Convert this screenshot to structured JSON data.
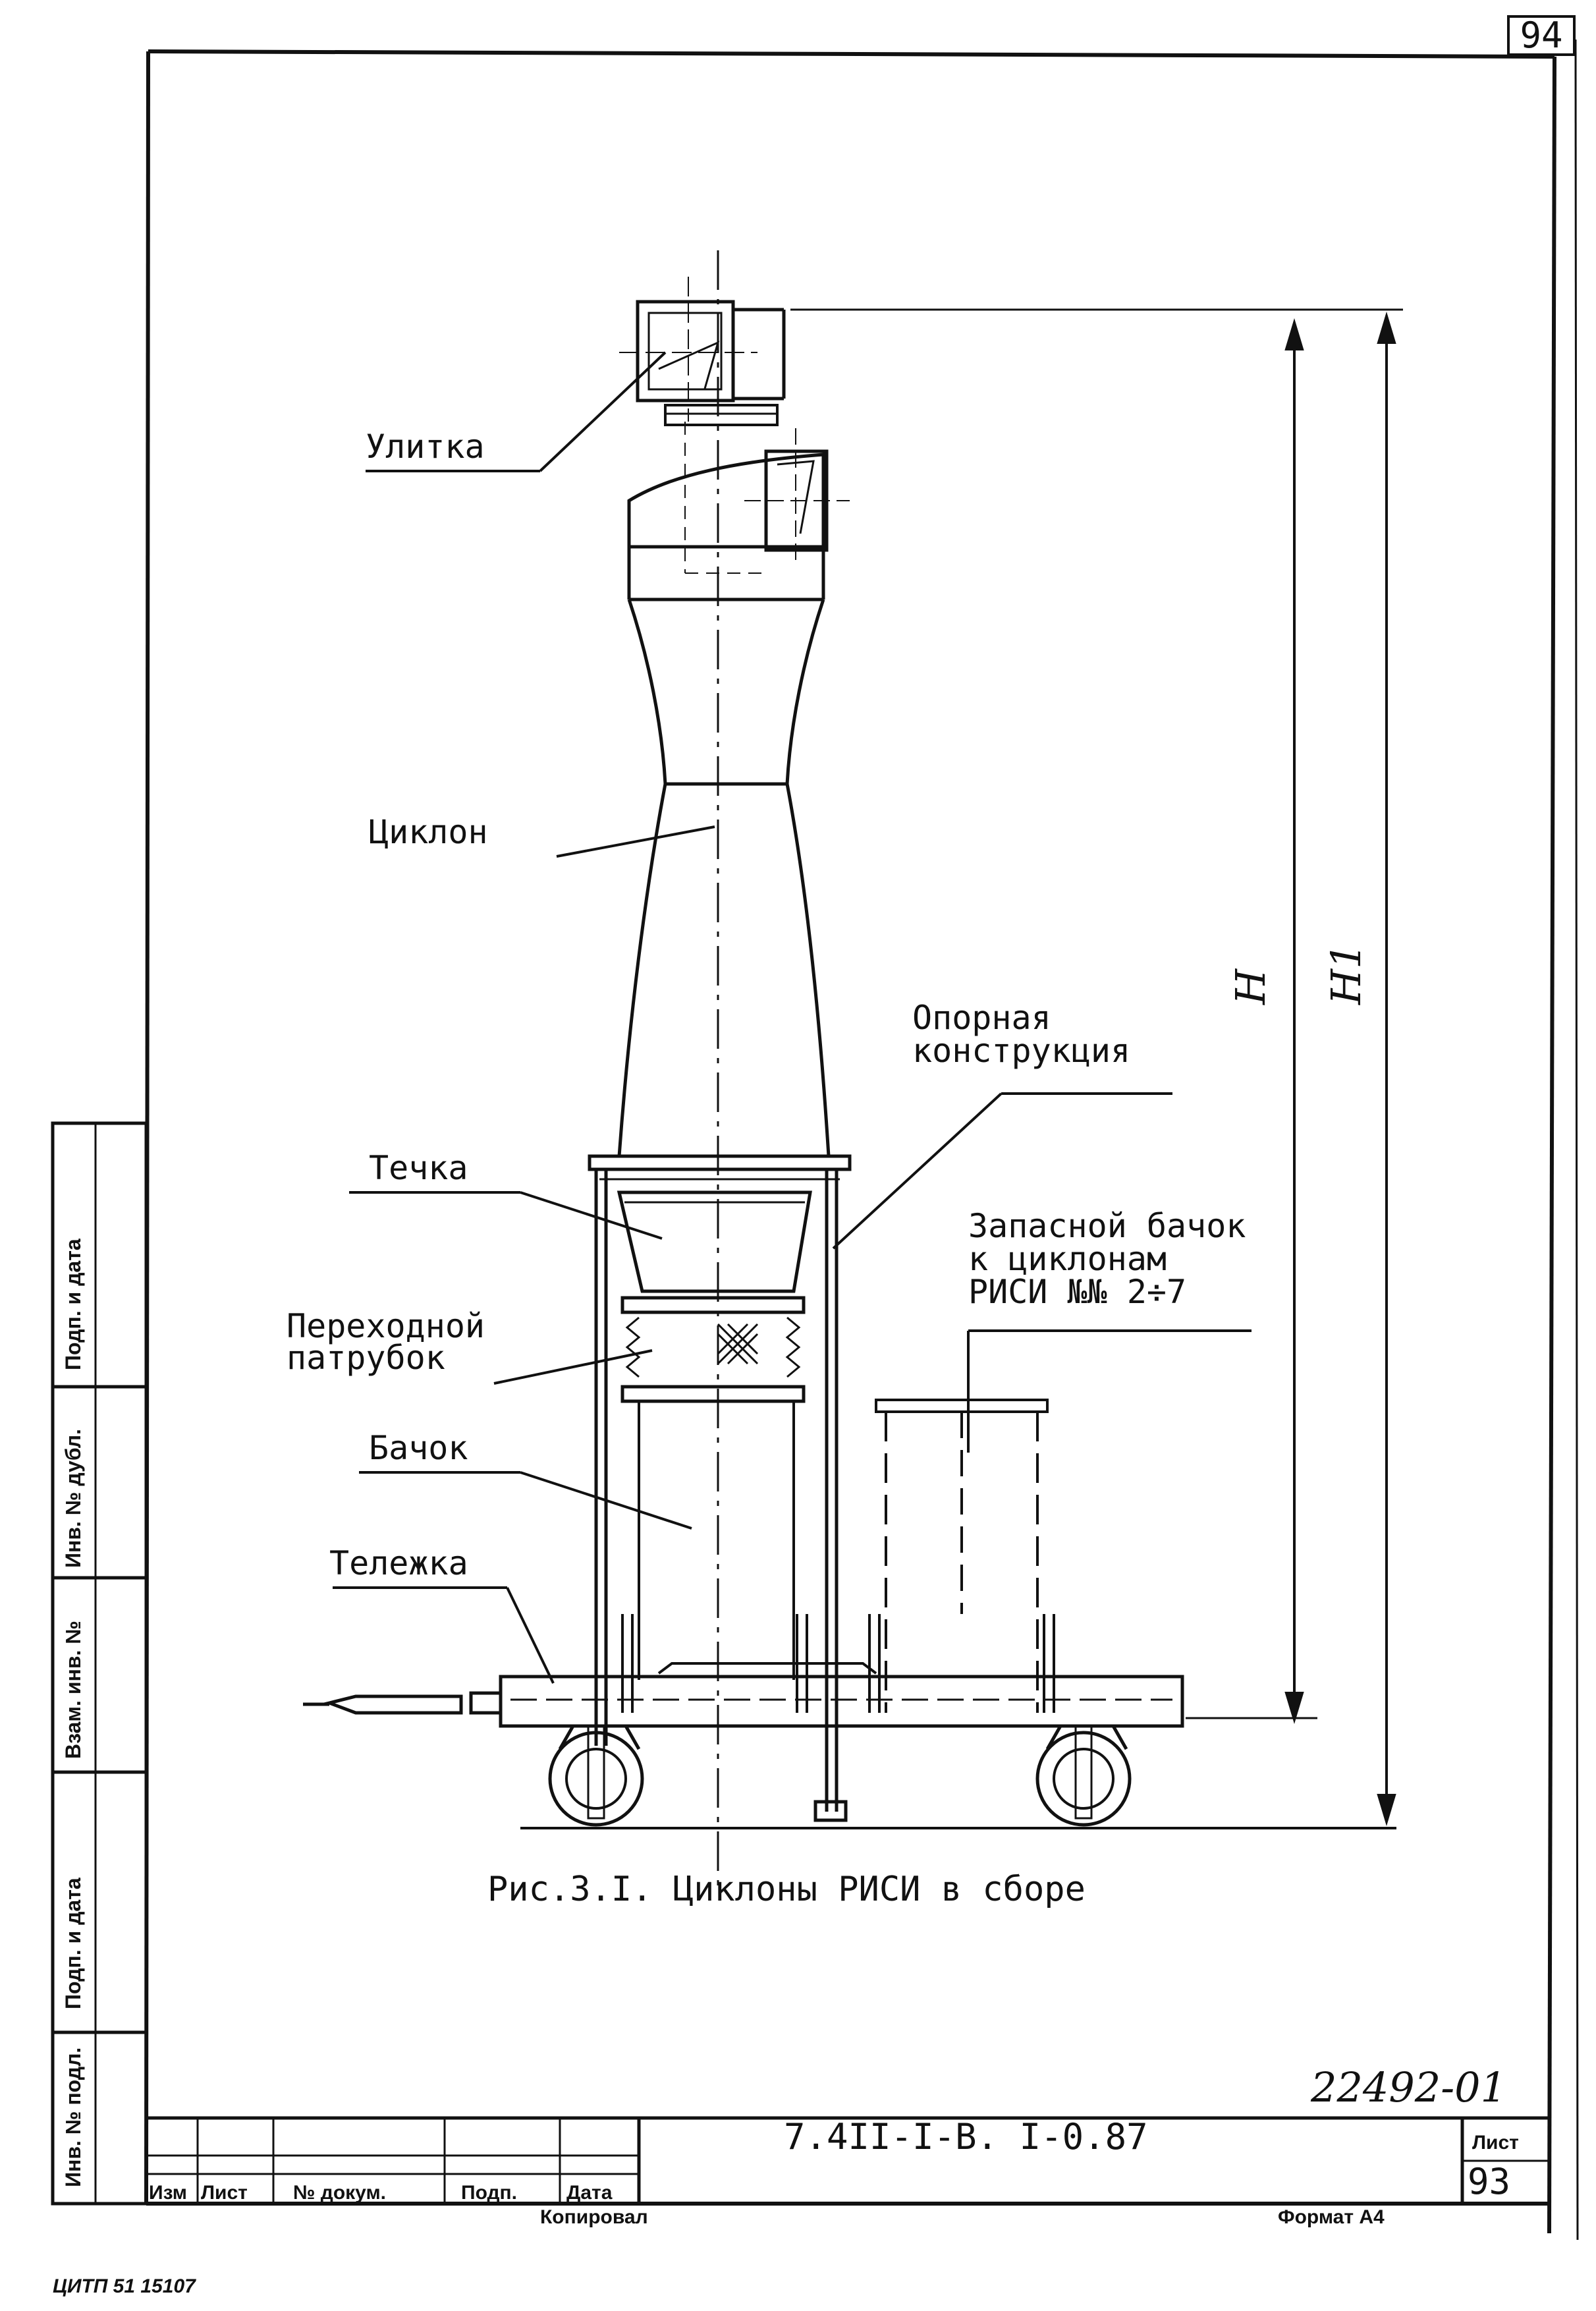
{
  "page_number": "94",
  "labels": {
    "volute": "Улитка",
    "cyclone": "Циклон",
    "support_line1": "Опорная",
    "support_line2": "конструкция",
    "spout": "Течка",
    "adapter_line1": "Переходной",
    "adapter_line2": "патрубок",
    "tank": "Бачок",
    "cart": "Тележка",
    "spare_line1": "Запасной бачок",
    "spare_line2": "к циклонам",
    "spare_line3": "РИСИ №№ 2÷7",
    "dim_h": "H",
    "dim_h1": "H1"
  },
  "caption": "Рис.3.I. Циклоны РИСИ в сборе",
  "inventory_number": "22492-01",
  "title_block": {
    "document_code": "7.4II-I-В. I-0.87",
    "sheet_label": "Лист",
    "sheet_number": "93",
    "col_izm": "Изм",
    "col_list": "Лист",
    "col_doc": "№ докум.",
    "col_sign": "Подп.",
    "col_date": "Дата",
    "copied_by": "Копировал",
    "format": "Формат А4"
  },
  "side_stamp": {
    "inv_orig": "Инв. № подл.",
    "sign_date_1": "Подп. и дата",
    "replace_inv": "Взам. инв. №",
    "inv_dup": "Инв. № дубл.",
    "sign_date_2": "Подп. и дата"
  },
  "footer": "ЦИТП   51  15107"
}
